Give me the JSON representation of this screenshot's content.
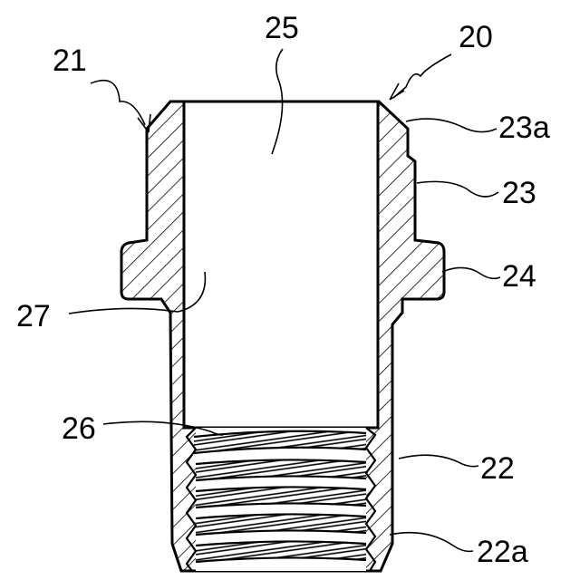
{
  "reference_numerals": {
    "n20": "20",
    "n21": "21",
    "n22": "22",
    "n22a": "22a",
    "n23": "23",
    "n23a": "23a",
    "n24": "24",
    "n25": "25",
    "n26": "26",
    "n27": "27"
  },
  "colors": {
    "line": "#000000",
    "background": "#ffffff"
  }
}
